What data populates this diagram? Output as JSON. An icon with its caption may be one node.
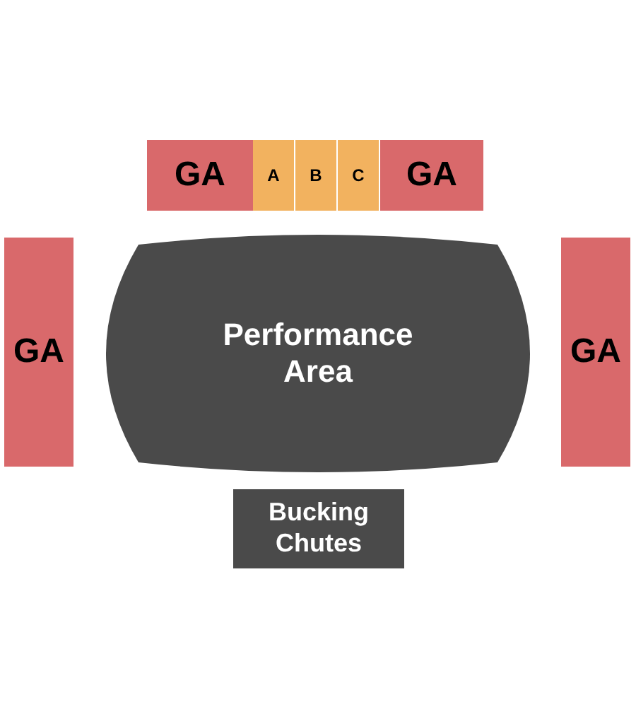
{
  "diagram": {
    "nodes": [
      {
        "text": [
          "GA"
        ]
      },
      {
        "text": [
          "A"
        ]
      },
      {
        "text": [
          "B"
        ]
      },
      {
        "text": [
          "C"
        ]
      },
      {
        "text": [
          "GA"
        ]
      },
      {
        "text": [
          "GA"
        ]
      },
      {
        "text": [
          "Performance Area"
        ]
      },
      {
        "text": [
          "GA"
        ]
      },
      {
        "text": [
          "Bucking Chutes"
        ]
      }
    ]
  }
}
